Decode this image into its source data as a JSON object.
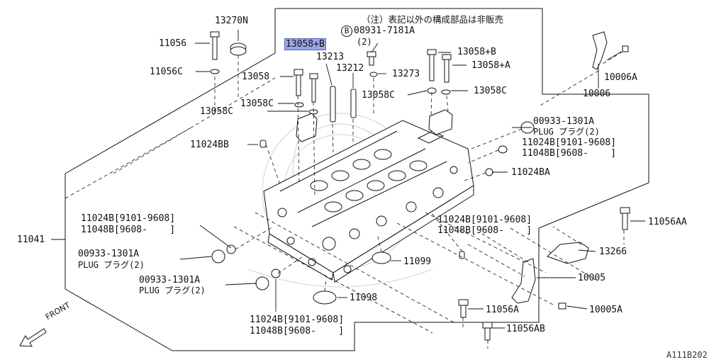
{
  "note": "（注）表記以外の構成部品は非販売",
  "diagram_code": "A111B202",
  "front_label": "FRONT",
  "highlighted_part": "13058+B",
  "parts": [
    {
      "id": "p11041",
      "text": "11041"
    },
    {
      "id": "p13270N",
      "text": "13270N"
    },
    {
      "id": "p11056",
      "text": "11056"
    },
    {
      "id": "p11056C",
      "text": "11056C"
    },
    {
      "id": "p13058hl",
      "text": "13058+B"
    },
    {
      "id": "p08931_num",
      "text": "08931-7181A"
    },
    {
      "id": "p08931_qty",
      "text": "(2)"
    },
    {
      "id": "p08931_ref",
      "text": "B"
    },
    {
      "id": "p13213",
      "text": "13213"
    },
    {
      "id": "p13058",
      "text": "13058"
    },
    {
      "id": "p13212",
      "text": "13212"
    },
    {
      "id": "p13058B_r",
      "text": "13058+B"
    },
    {
      "id": "p13058A",
      "text": "13058+A"
    },
    {
      "id": "p13273",
      "text": "13273"
    },
    {
      "id": "p13058C_a",
      "text": "13058C"
    },
    {
      "id": "p13058C_b",
      "text": "13058C"
    },
    {
      "id": "p13058C_c",
      "text": "13058C"
    },
    {
      "id": "p13058C_d",
      "text": "13058C"
    },
    {
      "id": "p10006A",
      "text": "10006A"
    },
    {
      "id": "p10006",
      "text": "10006"
    },
    {
      "id": "p00933_r",
      "text": "00933-1301A"
    },
    {
      "id": "p00933_rplug",
      "text": "PLUG プラグ(2)"
    },
    {
      "id": "p11024B_r1",
      "text": "11024B[9101-9608]"
    },
    {
      "id": "p11048B_r1",
      "text": "11048B[9608-    ]"
    },
    {
      "id": "p11024BB",
      "text": "11024BB"
    },
    {
      "id": "p11024BA",
      "text": "11024BA"
    },
    {
      "id": "p11056AA",
      "text": "11056AA"
    },
    {
      "id": "p11024B_l1",
      "text": "11024B[9101-9608]"
    },
    {
      "id": "p11048B_l1",
      "text": "11048B[9608-    ]"
    },
    {
      "id": "p11024B_m",
      "text": "11024B[9101-9608]"
    },
    {
      "id": "p11048B_m",
      "text": "11048B[9608-    ]"
    },
    {
      "id": "p13266",
      "text": "13266"
    },
    {
      "id": "p00933_l1",
      "text": "00933-1301A"
    },
    {
      "id": "p00933_l1plug",
      "text": "PLUG プラグ(2)"
    },
    {
      "id": "p11099",
      "text": "11099"
    },
    {
      "id": "p10005",
      "text": "10005"
    },
    {
      "id": "p00933_l2",
      "text": "00933-1301A"
    },
    {
      "id": "p00933_l2plug",
      "text": "PLUG プラグ(2)"
    },
    {
      "id": "p11098",
      "text": "11098"
    },
    {
      "id": "p11056A",
      "text": "11056A"
    },
    {
      "id": "p10005A",
      "text": "10005A"
    },
    {
      "id": "p11024B_b",
      "text": "11024B[9101-9608]"
    },
    {
      "id": "p11048B_b",
      "text": "11048B[9608-    ]"
    },
    {
      "id": "p11056AB",
      "text": "11056AB"
    }
  ]
}
